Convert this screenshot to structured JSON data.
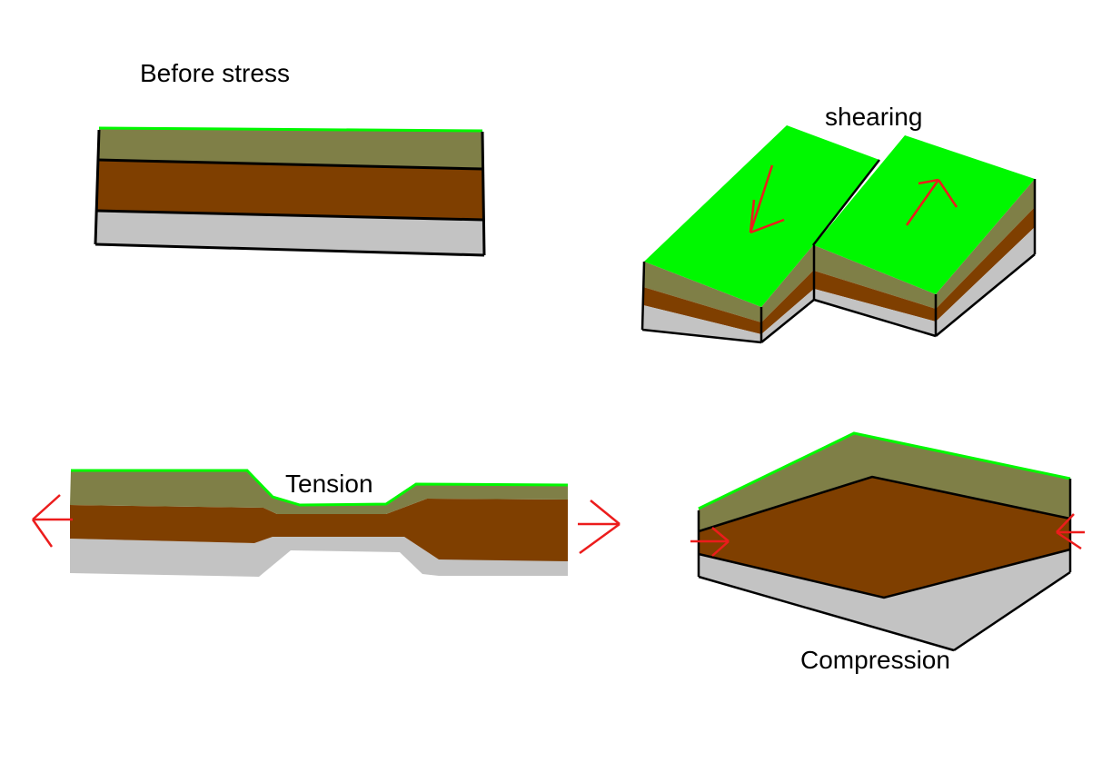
{
  "labels": {
    "before": "Before stress",
    "shearing": "shearing",
    "tension": "Tension",
    "compression": "Compression"
  },
  "colors": {
    "topsoil": "#7f7f47",
    "clay": "#7f3f00",
    "bedrock": "#c3c3c3",
    "grass": "#00f800",
    "outline": "#000000",
    "arrow": "#ec1c1c",
    "background": "#ffffff"
  }
}
